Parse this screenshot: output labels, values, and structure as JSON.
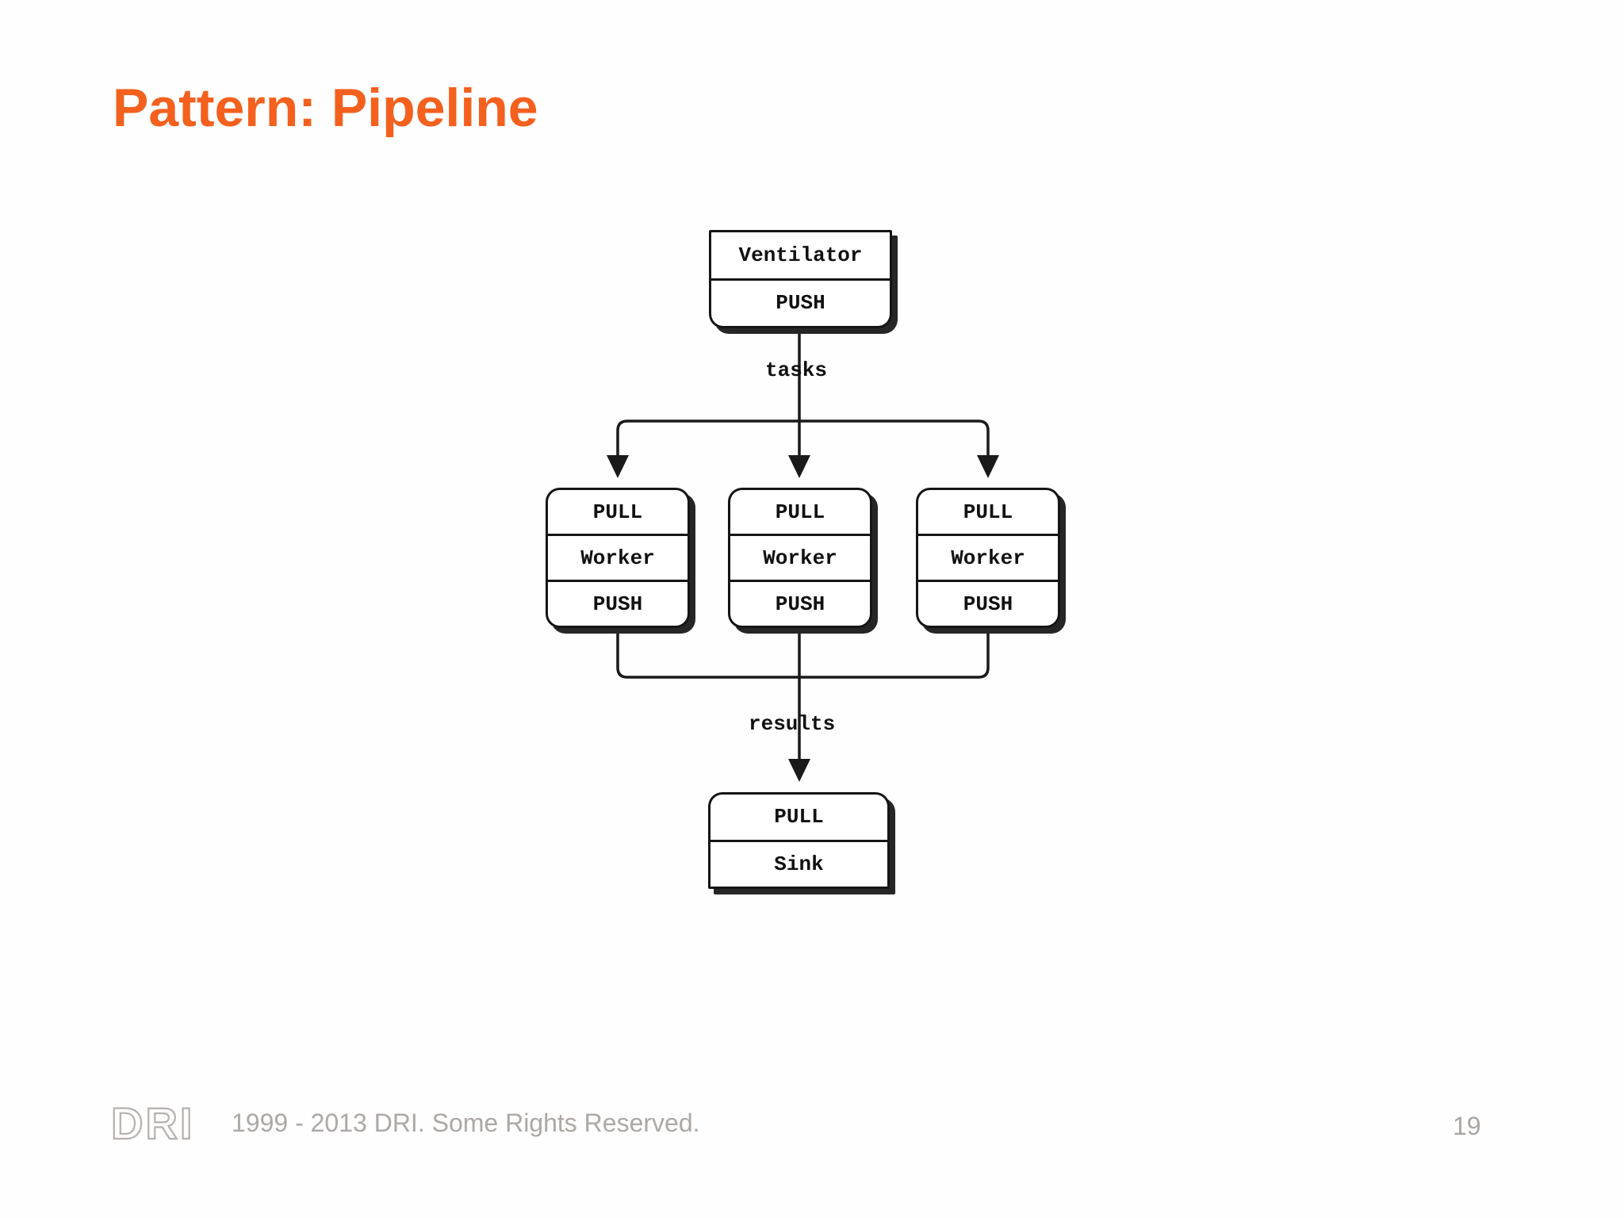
{
  "title": {
    "text": "Pattern: Pipeline",
    "color": "#f4601e"
  },
  "diagram": {
    "line_color": "#1a1a1a",
    "ventilator": {
      "name": "Ventilator",
      "socket": "PUSH"
    },
    "edge_labels": {
      "tasks": "tasks",
      "results": "results"
    },
    "workers": [
      {
        "in_socket": "PULL",
        "name": "Worker",
        "out_socket": "PUSH"
      },
      {
        "in_socket": "PULL",
        "name": "Worker",
        "out_socket": "PUSH"
      },
      {
        "in_socket": "PULL",
        "name": "Worker",
        "out_socket": "PUSH"
      }
    ],
    "sink": {
      "socket": "PULL",
      "name": "Sink"
    }
  },
  "footer": {
    "logo_text": "DRI",
    "copyright": "1999 - 2013 DRI. Some Rights Reserved.",
    "page_number": "19",
    "text_color": "#aca8a5"
  }
}
